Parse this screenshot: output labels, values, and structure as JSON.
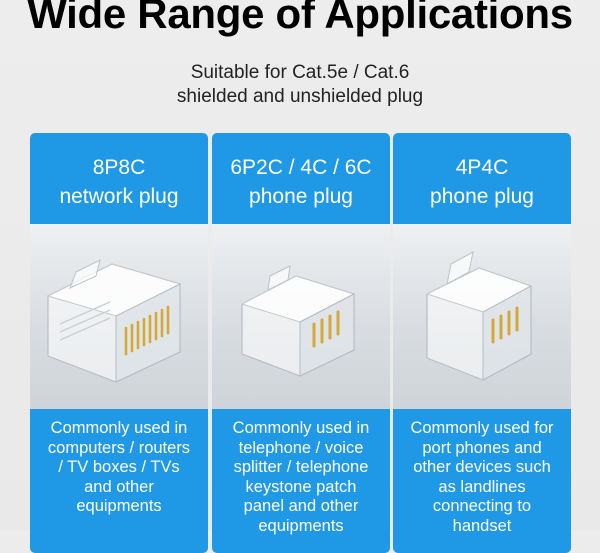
{
  "heading": "Wide Range of Applications",
  "subtitle": {
    "line1": "Suitable for Cat.5e / Cat.6",
    "line2": "shielded and unshielded plug"
  },
  "cards": [
    {
      "title_line1": "8P8C",
      "title_line2": "network plug",
      "desc": [
        "Commonly used in",
        "computers / routers",
        "/ TV boxes / TVs",
        "and other",
        "equipments"
      ]
    },
    {
      "title_line1": "6P2C / 4C / 6C",
      "title_line2": "phone plug",
      "desc": [
        "Commonly used in",
        "telephone / voice",
        "splitter / telephone",
        "keystone patch",
        "panel and other",
        "equipments"
      ]
    },
    {
      "title_line1": "4P4C",
      "title_line2": "phone plug",
      "desc": [
        "Commonly used for",
        "port phones and",
        "other devices such",
        "as landlines",
        "connecting to",
        "handset"
      ]
    }
  ],
  "colors": {
    "card_blue": "#1f98e6",
    "background": "#ececec",
    "gold_contact": "#d4a93a"
  }
}
